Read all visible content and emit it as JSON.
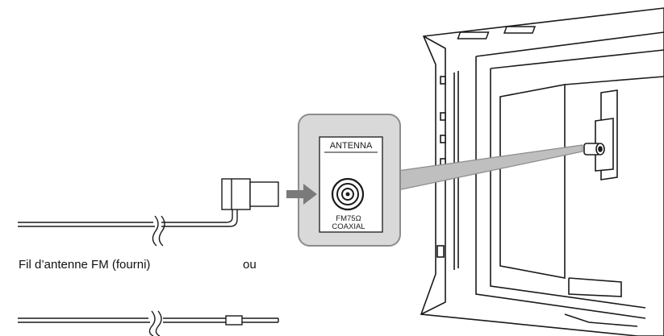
{
  "labels": {
    "panel_title": "ANTENNA",
    "port_line1": "FM75Ω",
    "port_line2": "COAXIAL",
    "wire_caption": "Fil d’antenne FM (fourni)",
    "or_word": "ou"
  },
  "colors": {
    "stroke": "#1a1a1a",
    "callout_fill": "#d9d9d9",
    "callout_stroke": "#8c8c8c",
    "arrow": "#7a7a7a",
    "beam": "#bfbfbf"
  }
}
